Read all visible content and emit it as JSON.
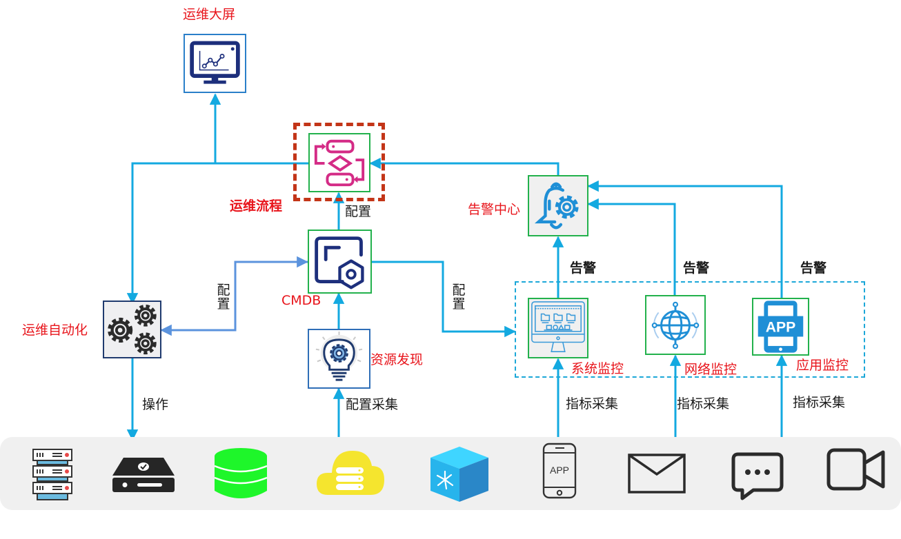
{
  "colors": {
    "wire": "#13a9e0",
    "wire_config": "#5b93dd",
    "label_red": "#e8141b",
    "node_border_green": "#22b14c",
    "flow_frame": "#c33518"
  },
  "nodes": {
    "dashboard": {
      "label": "运维大屏",
      "icon": "monitor-chart-icon"
    },
    "workflow": {
      "label": "运维流程",
      "icon": "workflow-icon"
    },
    "cmdb": {
      "label": "CMDB",
      "icon": "cmdb-icon"
    },
    "alert_center": {
      "label": "告警中心",
      "icon": "bell-gear-icon"
    },
    "automation": {
      "label": "运维自动化",
      "icon": "gears-icon"
    },
    "discovery": {
      "label": "资源发现",
      "icon": "bulb-gear-icon"
    },
    "sys_monitor": {
      "label": "系统监控",
      "icon": "desktop-monitor-icon"
    },
    "net_monitor": {
      "label": "网络监控",
      "icon": "globe-icon"
    },
    "app_monitor": {
      "label": "应用监控",
      "icon": "app-phone-icon",
      "badge": "APP"
    }
  },
  "edges": {
    "config_workflow": "配置",
    "config_automation": "配置",
    "config_monitor": "配置",
    "collect_config": "配置采集",
    "operate": "操作",
    "alert_sys": "告警",
    "alert_net": "告警",
    "alert_app": "告警",
    "metric_sys": "指标采集",
    "metric_net": "指标采集",
    "metric_app": "指标采集"
  },
  "devices": [
    {
      "name": "server-rack-icon"
    },
    {
      "name": "storage-drive-icon"
    },
    {
      "name": "database-icon"
    },
    {
      "name": "cloud-server-icon"
    },
    {
      "name": "network-switch-icon"
    },
    {
      "name": "mobile-app-icon",
      "text": "APP"
    },
    {
      "name": "mail-icon"
    },
    {
      "name": "chat-message-icon"
    },
    {
      "name": "video-camera-icon"
    }
  ]
}
